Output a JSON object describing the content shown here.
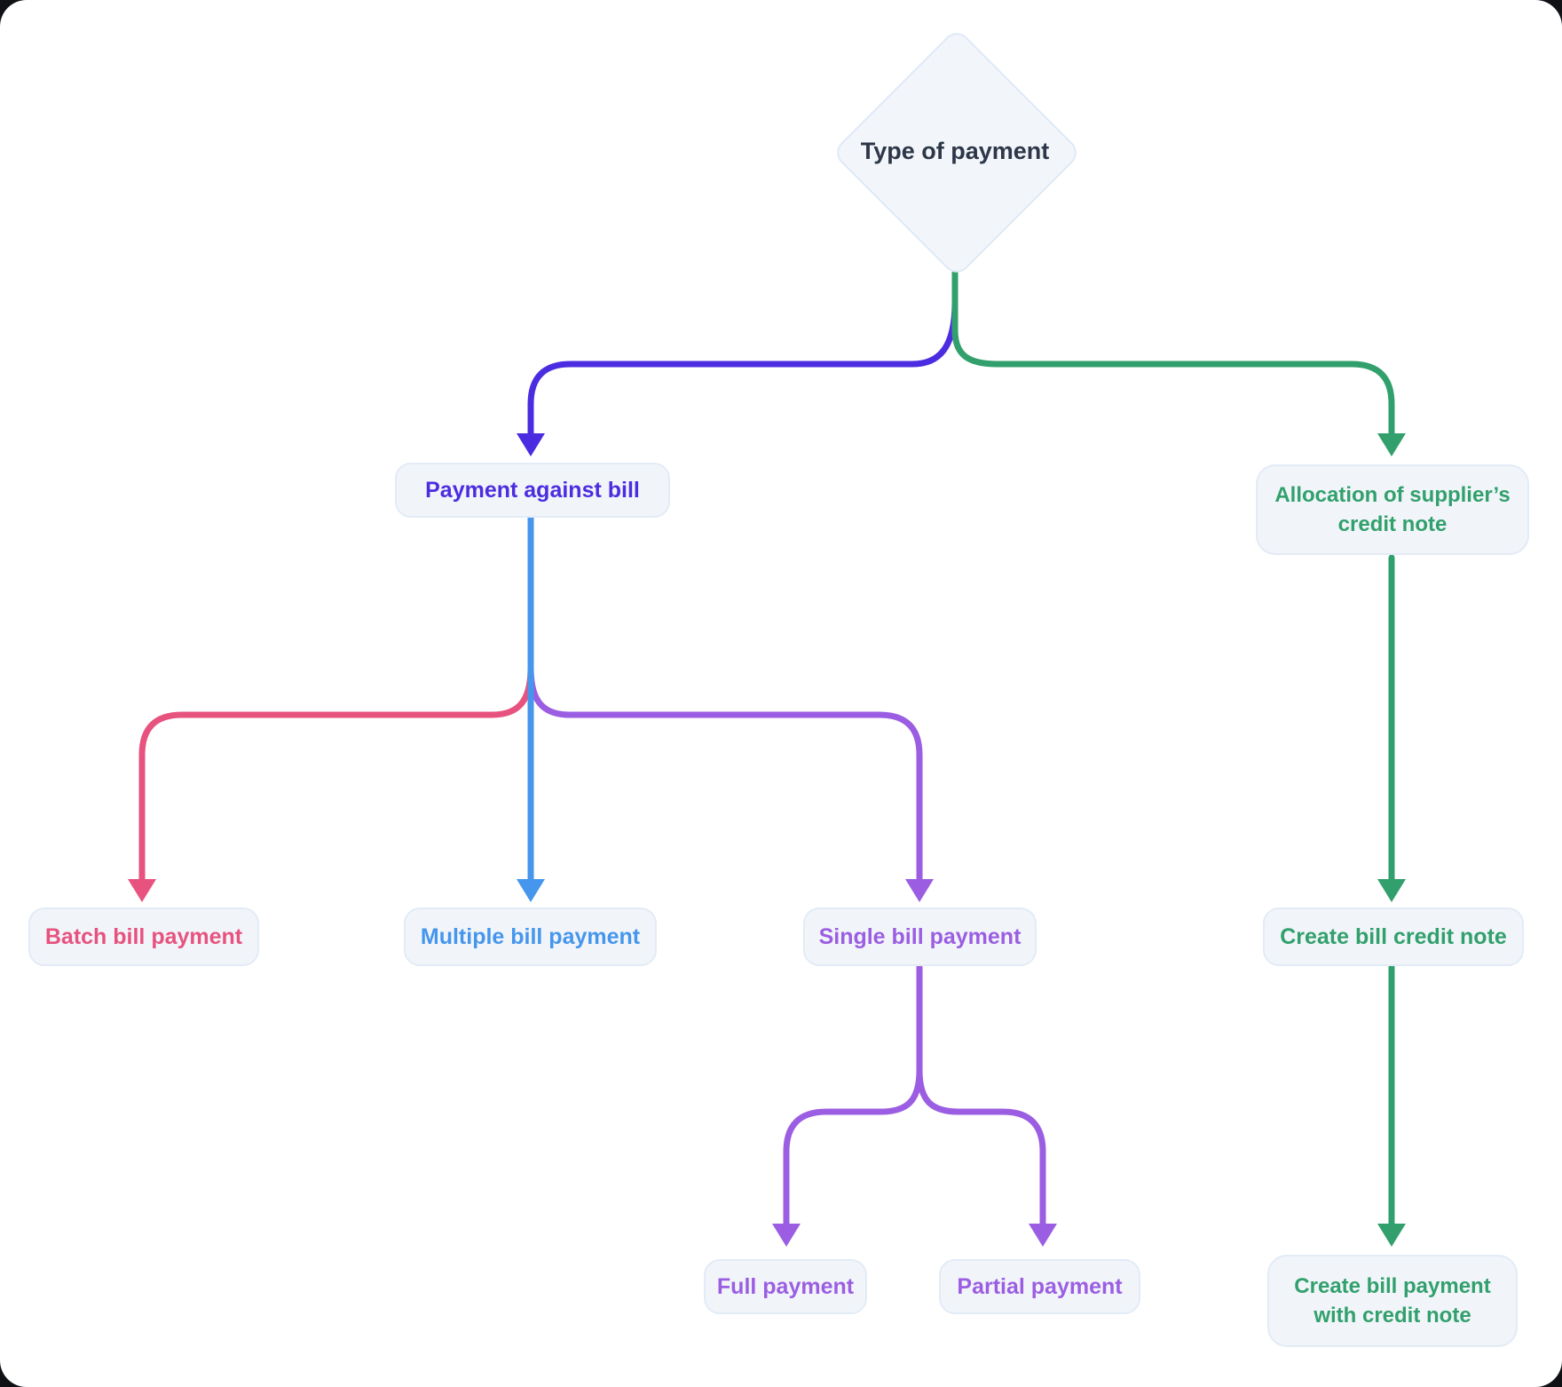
{
  "canvas": {
    "background": "#ffffff",
    "node_fill": "#f1f5fa",
    "node_border": "#e3ebf6"
  },
  "colors": {
    "indigo": "#4c2ce0",
    "green": "#32a06c",
    "pink": "#e7527e",
    "blue": "#4596ec",
    "purple": "#9b5ee2",
    "dark": "#2d3748"
  },
  "flowchart": {
    "root": {
      "id": "type-of-payment",
      "label": "Type of payment",
      "shape": "diamond",
      "color": "#2d3748"
    },
    "nodes": [
      {
        "id": "payment-against-bill",
        "label": "Payment against bill",
        "color": "#4c2ce0"
      },
      {
        "id": "allocation-of-suppliers-credit-note",
        "label": "Allocation of supplier’s credit note",
        "color": "#32a06c"
      },
      {
        "id": "batch-bill-payment",
        "label": "Batch bill payment",
        "color": "#e7527e"
      },
      {
        "id": "multiple-bill-payment",
        "label": "Multiple bill payment",
        "color": "#4596ec"
      },
      {
        "id": "single-bill-payment",
        "label": "Single bill payment",
        "color": "#9b5ee2"
      },
      {
        "id": "full-payment",
        "label": "Full payment",
        "color": "#9b5ee2"
      },
      {
        "id": "partial-payment",
        "label": "Partial payment",
        "color": "#9b5ee2"
      },
      {
        "id": "create-bill-credit-note",
        "label": "Create bill credit note",
        "color": "#32a06c"
      },
      {
        "id": "create-bill-payment-with-credit-note",
        "label": "Create bill payment with credit note",
        "color": "#32a06c"
      }
    ],
    "edges": [
      {
        "from": "type-of-payment",
        "to": "payment-against-bill",
        "color_key": "indigo"
      },
      {
        "from": "type-of-payment",
        "to": "allocation-of-suppliers-credit-note",
        "color_key": "green"
      },
      {
        "from": "payment-against-bill",
        "to": "batch-bill-payment",
        "color_key": "pink"
      },
      {
        "from": "payment-against-bill",
        "to": "multiple-bill-payment",
        "color_key": "blue"
      },
      {
        "from": "payment-against-bill",
        "to": "single-bill-payment",
        "color_key": "purple"
      },
      {
        "from": "single-bill-payment",
        "to": "full-payment",
        "color_key": "purple"
      },
      {
        "from": "single-bill-payment",
        "to": "partial-payment",
        "color_key": "purple"
      },
      {
        "from": "allocation-of-suppliers-credit-note",
        "to": "create-bill-credit-note",
        "color_key": "green"
      },
      {
        "from": "create-bill-credit-note",
        "to": "create-bill-payment-with-credit-note",
        "color_key": "green"
      }
    ]
  }
}
